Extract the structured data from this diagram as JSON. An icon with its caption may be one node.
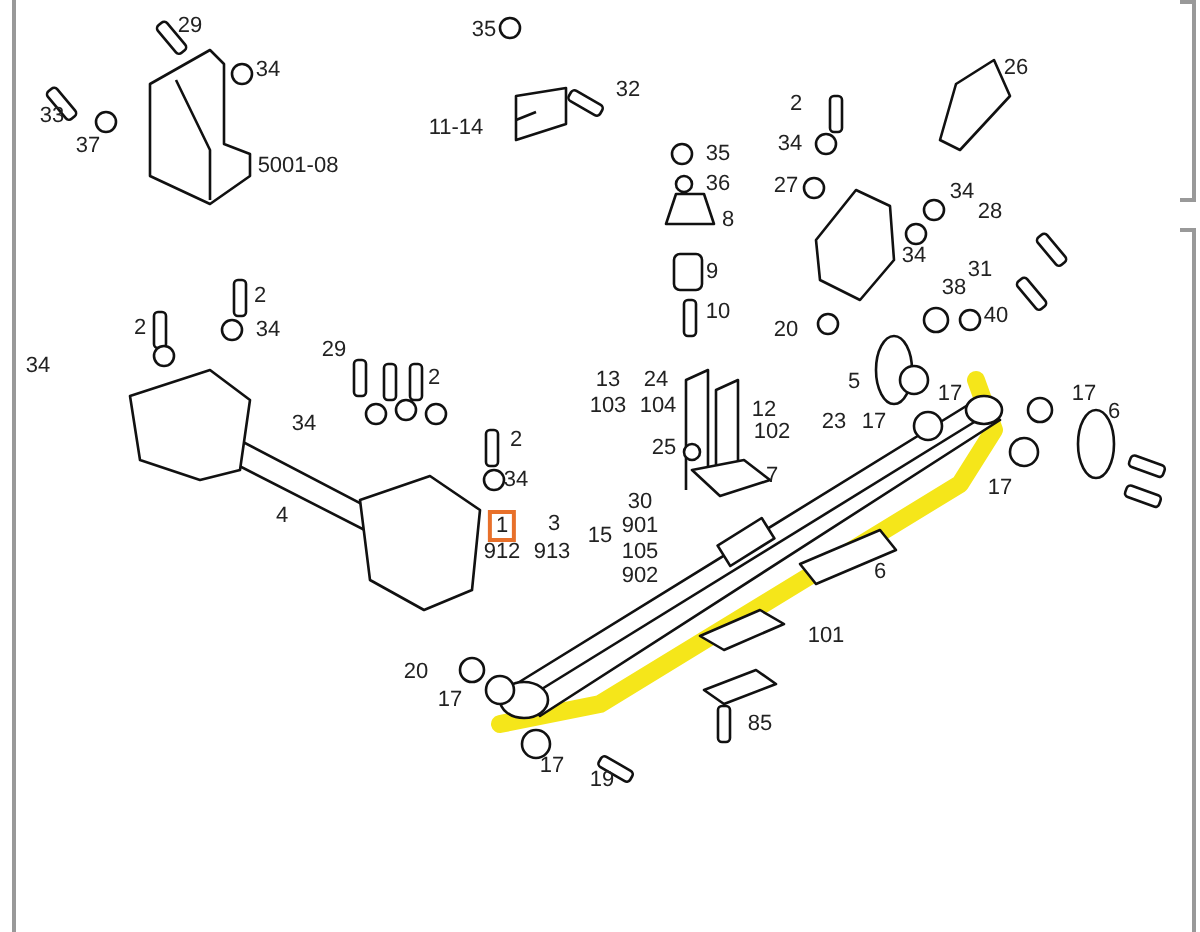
{
  "diagram": {
    "labels": [
      "29",
      "35",
      "34",
      "26",
      "32",
      "2",
      "33",
      "37",
      "11-14",
      "5001-08",
      "34",
      "35",
      "36",
      "27",
      "34",
      "28",
      "8",
      "34",
      "31",
      "2",
      "9",
      "2",
      "34",
      "38",
      "10",
      "29",
      "40",
      "20",
      "2",
      "13",
      "24",
      "5",
      "34",
      "17",
      "103",
      "104",
      "17",
      "6",
      "34",
      "12",
      "102",
      "23",
      "17",
      "2",
      "25",
      "34",
      "7",
      "17",
      "4",
      "30",
      "1",
      "3",
      "15",
      "912",
      "913",
      "901",
      "105",
      "902",
      "6",
      "101",
      "20",
      "17",
      "85",
      "17",
      "19"
    ]
  }
}
